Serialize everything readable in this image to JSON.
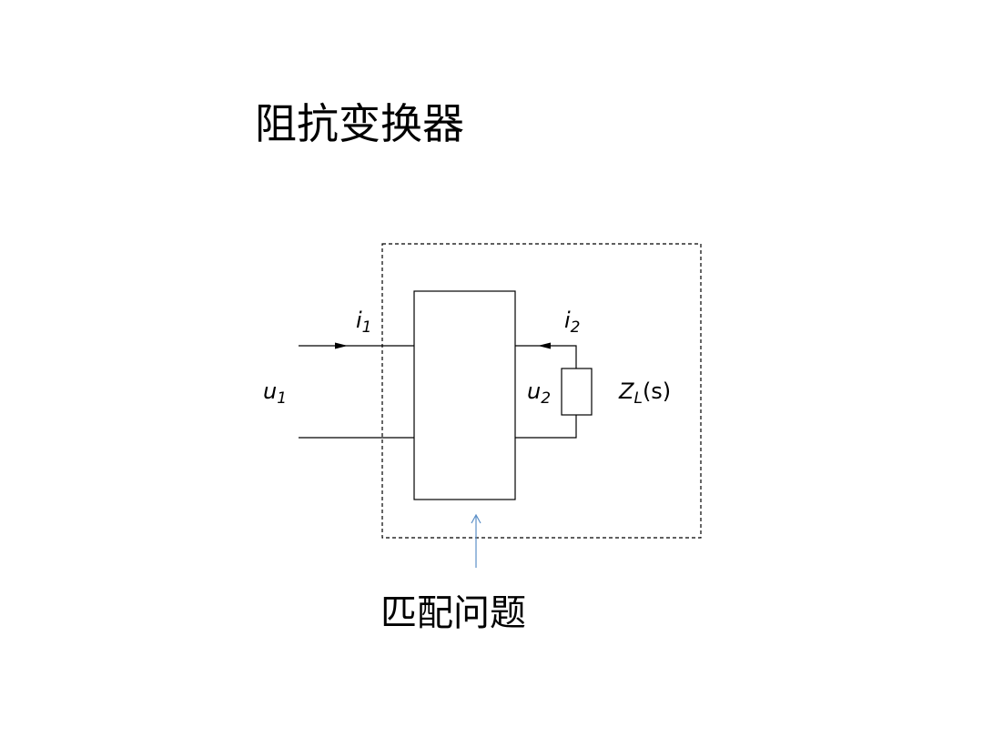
{
  "slide": {
    "title": "阻抗变换器",
    "caption": "匹配问题"
  },
  "diagram": {
    "labels": {
      "i1": {
        "base": "i",
        "sub": "1"
      },
      "i2": {
        "base": "i",
        "sub": "2"
      },
      "u1": {
        "base": "u",
        "sub": "1"
      },
      "u2": {
        "base": "u",
        "sub": "2"
      },
      "load": {
        "base": "Z",
        "sub": "L",
        "suffix": "(s)"
      }
    },
    "colors": {
      "line": "#000000",
      "pointer_arrow": "#5b8fc7"
    }
  }
}
